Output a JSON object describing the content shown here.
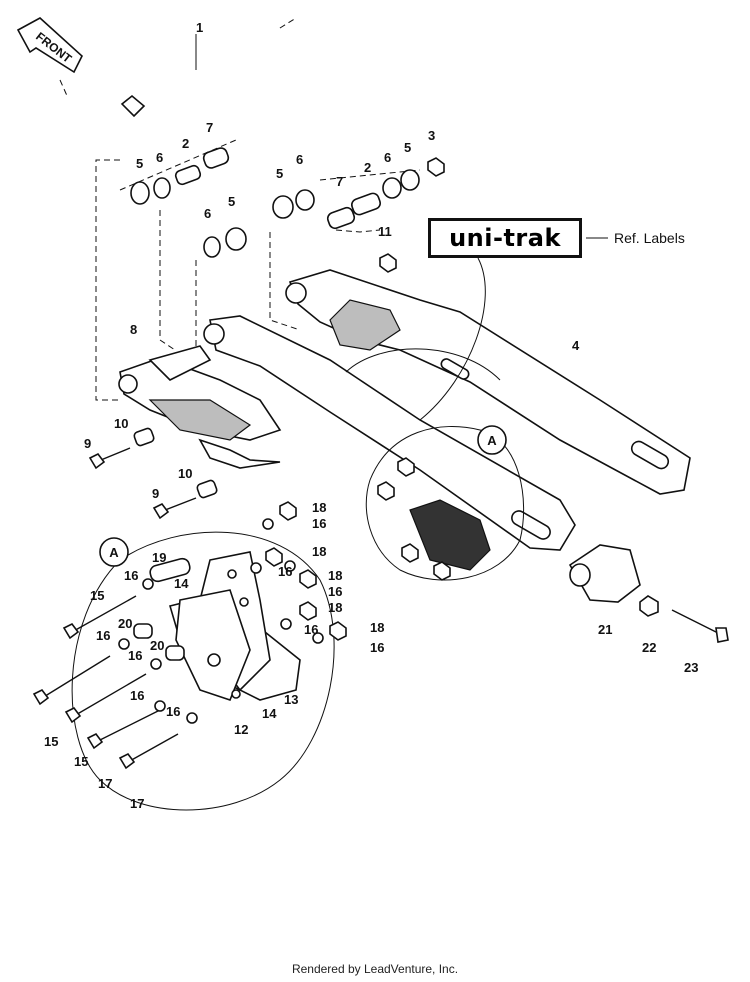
{
  "front_label": "FRONT",
  "unitrak_text": "uni-trak",
  "ref_label": "Ref. Labels",
  "detail_marker": "A",
  "footer": "Rendered by LeadVenture, Inc.",
  "callouts": [
    {
      "id": "c1",
      "text": "1"
    },
    {
      "id": "c2a",
      "text": "2"
    },
    {
      "id": "c2b",
      "text": "2"
    },
    {
      "id": "c3",
      "text": "3"
    },
    {
      "id": "c4",
      "text": "4"
    },
    {
      "id": "c5a",
      "text": "5"
    },
    {
      "id": "c5b",
      "text": "5"
    },
    {
      "id": "c5c",
      "text": "5"
    },
    {
      "id": "c5d",
      "text": "5"
    },
    {
      "id": "c6a",
      "text": "6"
    },
    {
      "id": "c6b",
      "text": "6"
    },
    {
      "id": "c6c",
      "text": "6"
    },
    {
      "id": "c6d",
      "text": "6"
    },
    {
      "id": "c7a",
      "text": "7"
    },
    {
      "id": "c7b",
      "text": "7"
    },
    {
      "id": "c8",
      "text": "8"
    },
    {
      "id": "c9a",
      "text": "9"
    },
    {
      "id": "c9b",
      "text": "9"
    },
    {
      "id": "c10a",
      "text": "10"
    },
    {
      "id": "c10b",
      "text": "10"
    },
    {
      "id": "c11",
      "text": "11"
    },
    {
      "id": "c12",
      "text": "12"
    },
    {
      "id": "c13",
      "text": "13"
    },
    {
      "id": "c14a",
      "text": "14"
    },
    {
      "id": "c14b",
      "text": "14"
    },
    {
      "id": "c15a",
      "text": "15"
    },
    {
      "id": "c15b",
      "text": "15"
    },
    {
      "id": "c15c",
      "text": "15"
    },
    {
      "id": "c16a",
      "text": "16"
    },
    {
      "id": "c16b",
      "text": "16"
    },
    {
      "id": "c16c",
      "text": "16"
    },
    {
      "id": "c16d",
      "text": "16"
    },
    {
      "id": "c16e",
      "text": "16"
    },
    {
      "id": "c16f",
      "text": "16"
    },
    {
      "id": "c16g",
      "text": "16"
    },
    {
      "id": "c16h",
      "text": "16"
    },
    {
      "id": "c16i",
      "text": "16"
    },
    {
      "id": "c16j",
      "text": "16"
    },
    {
      "id": "c17a",
      "text": "17"
    },
    {
      "id": "c17b",
      "text": "17"
    },
    {
      "id": "c18a",
      "text": "18"
    },
    {
      "id": "c18b",
      "text": "18"
    },
    {
      "id": "c18c",
      "text": "18"
    },
    {
      "id": "c18d",
      "text": "18"
    },
    {
      "id": "c18e",
      "text": "18"
    },
    {
      "id": "c19",
      "text": "19"
    },
    {
      "id": "c20a",
      "text": "20"
    },
    {
      "id": "c20b",
      "text": "20"
    },
    {
      "id": "c21",
      "text": "21"
    },
    {
      "id": "c22",
      "text": "22"
    },
    {
      "id": "c23",
      "text": "23"
    }
  ]
}
